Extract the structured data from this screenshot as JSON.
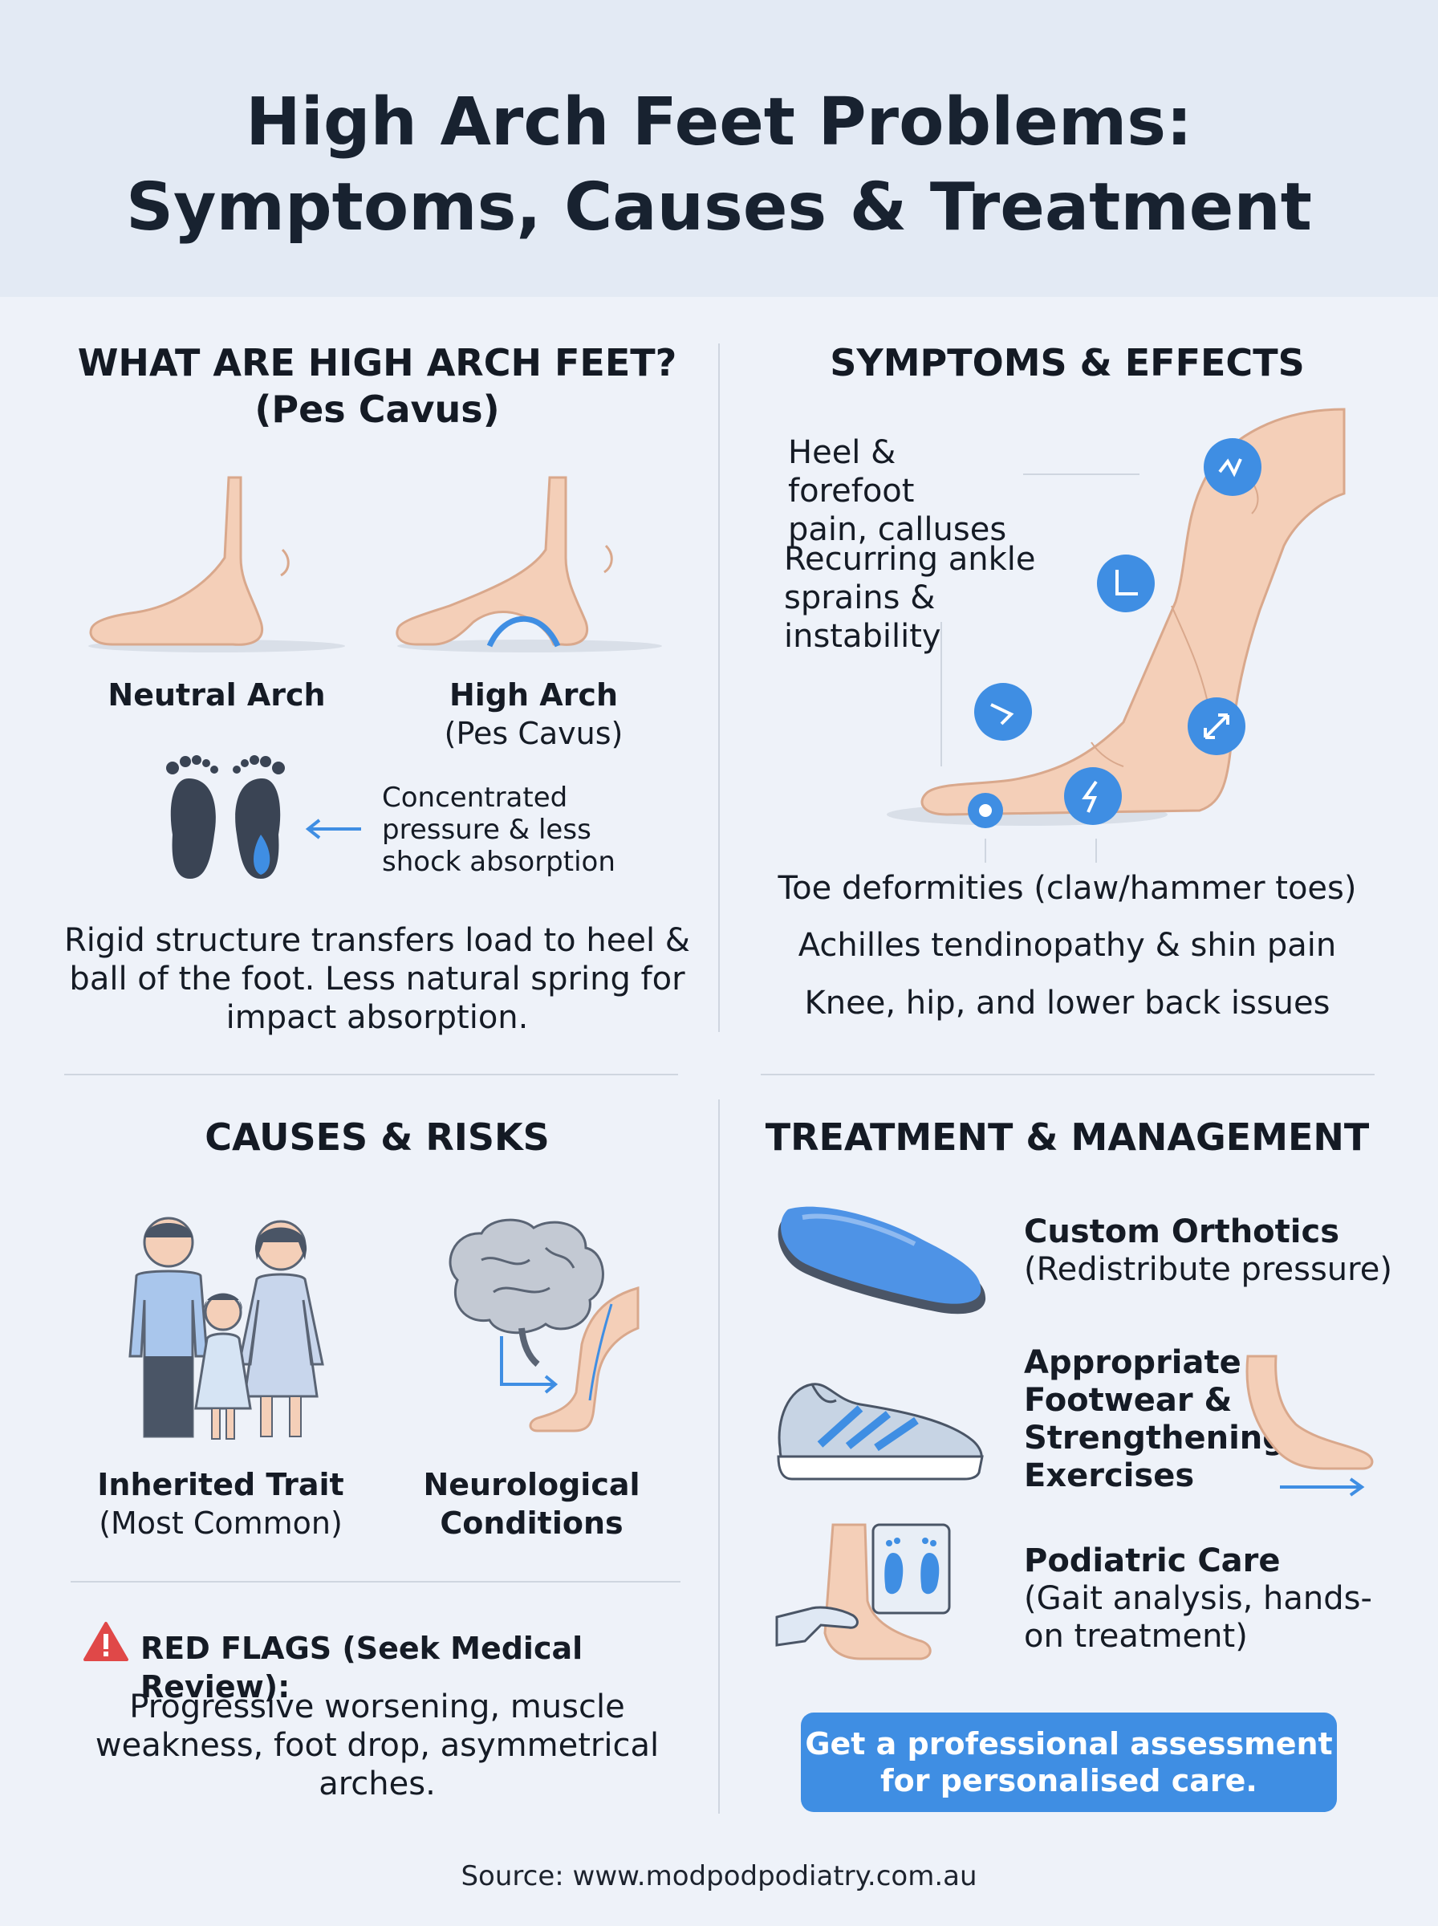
{
  "title": {
    "line1": "High Arch Feet Problems:",
    "line2": "Symptoms, Causes & Treatment"
  },
  "what": {
    "title_line1": "WHAT ARE HIGH ARCH FEET?",
    "title_line2": "(Pes Cavus)",
    "neutral_label": "Neutral Arch",
    "high_label": "High Arch",
    "high_sublabel": "(Pes Cavus)",
    "pressure_line1": "Concentrated",
    "pressure_line2": "pressure & less",
    "pressure_line3": "shock absorption",
    "description_line1": "Rigid structure transfers load to heel &",
    "description_line2": "ball of the foot. Less natural spring for",
    "description_line3": "impact absorption."
  },
  "symptoms": {
    "title": "SYMPTOMS & EFFECTS",
    "heel_line1": "Heel & forefoot",
    "heel_line2": "pain, calluses",
    "ankle_line1": "Recurring ankle",
    "ankle_line2": "sprains & instability",
    "toe": "Toe deformities (claw/hammer toes)",
    "achilles": "Achilles tendinopathy & shin pain",
    "knee": "Knee, hip, and lower back issues"
  },
  "causes": {
    "title": "CAUSES & RISKS",
    "inherited_label": "Inherited Trait",
    "inherited_sublabel": "(Most Common)",
    "neuro_line1": "Neurological",
    "neuro_line2": "Conditions",
    "red_flags_title": "RED FLAGS (Seek Medical Review):",
    "red_flags_line1": "Progressive worsening, muscle",
    "red_flags_line2": "weakness, foot drop, asymmetrical",
    "red_flags_line3": "arches."
  },
  "treatment": {
    "title": "TREATMENT & MANAGEMENT",
    "orthotics_title": "Custom Orthotics",
    "orthotics_sub": "(Redistribute pressure)",
    "footwear_line1": "Appropriate",
    "footwear_line2": "Footwear &",
    "footwear_line3": "Strengthening",
    "footwear_line4": "Exercises",
    "podiatric_title": "Podiatric Care",
    "podiatric_sub1": "(Gait analysis, hands-",
    "podiatric_sub2": "on treatment)",
    "cta_line1": "Get a professional assessment",
    "cta_line2": "for personalised care."
  },
  "source": "Source: www.modpodpodiatry.com.au",
  "colors": {
    "accent_blue": "#3f8ee3",
    "skin": "#f4cfb8",
    "red_flag": "#e04848",
    "dark_text": "#182230"
  }
}
